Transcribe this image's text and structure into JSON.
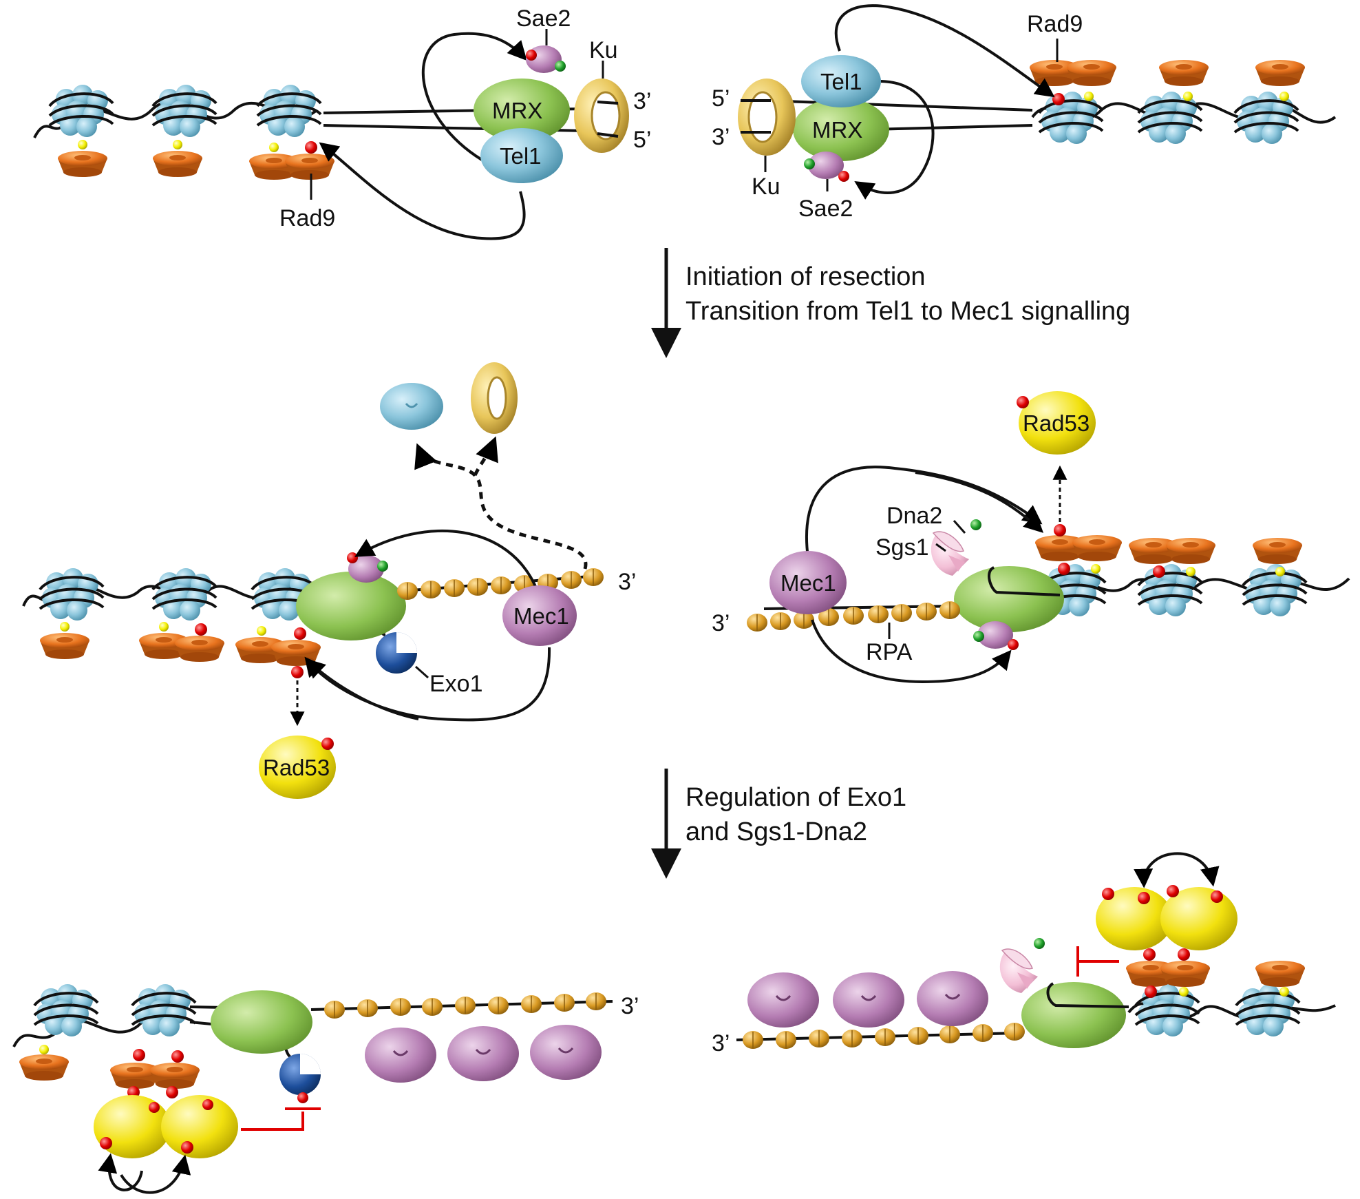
{
  "steps": {
    "step1_line1": "Initiation of resection",
    "step1_line2": "Transition from Tel1 to Mec1 signalling",
    "step2_line1": "Regulation of Exo1",
    "step2_line2": "and Sgs1-Dna2"
  },
  "labels": {
    "sae2": "Sae2",
    "ku": "Ku",
    "mrx": "MRX",
    "tel1": "Tel1",
    "rad9": "Rad9",
    "three_prime": "3’",
    "five_prime": "5’",
    "mec1": "Mec1",
    "exo1": "Exo1",
    "rad53": "Rad53",
    "dna2": "Dna2",
    "sgs1": "Sgs1",
    "rpa": "RPA"
  },
  "colors": {
    "nucleosome": "#8cc6dc",
    "rad9": "#e8731e",
    "mrx": "#8cc251",
    "tel1": "#8cc6dc",
    "ku": "#e8c65a",
    "sae2": "#b57db3",
    "mec1": "#b57db3",
    "rpa": "#d99a23",
    "rad53": "#f2e10f",
    "exo1": "#1d4e9b",
    "sgs1_dna2": "#f3bfd6",
    "phospho": "#e00000",
    "green_mod": "#1fa02a",
    "yellow_mod": "#f4f000",
    "inhibition": "#e00000"
  }
}
